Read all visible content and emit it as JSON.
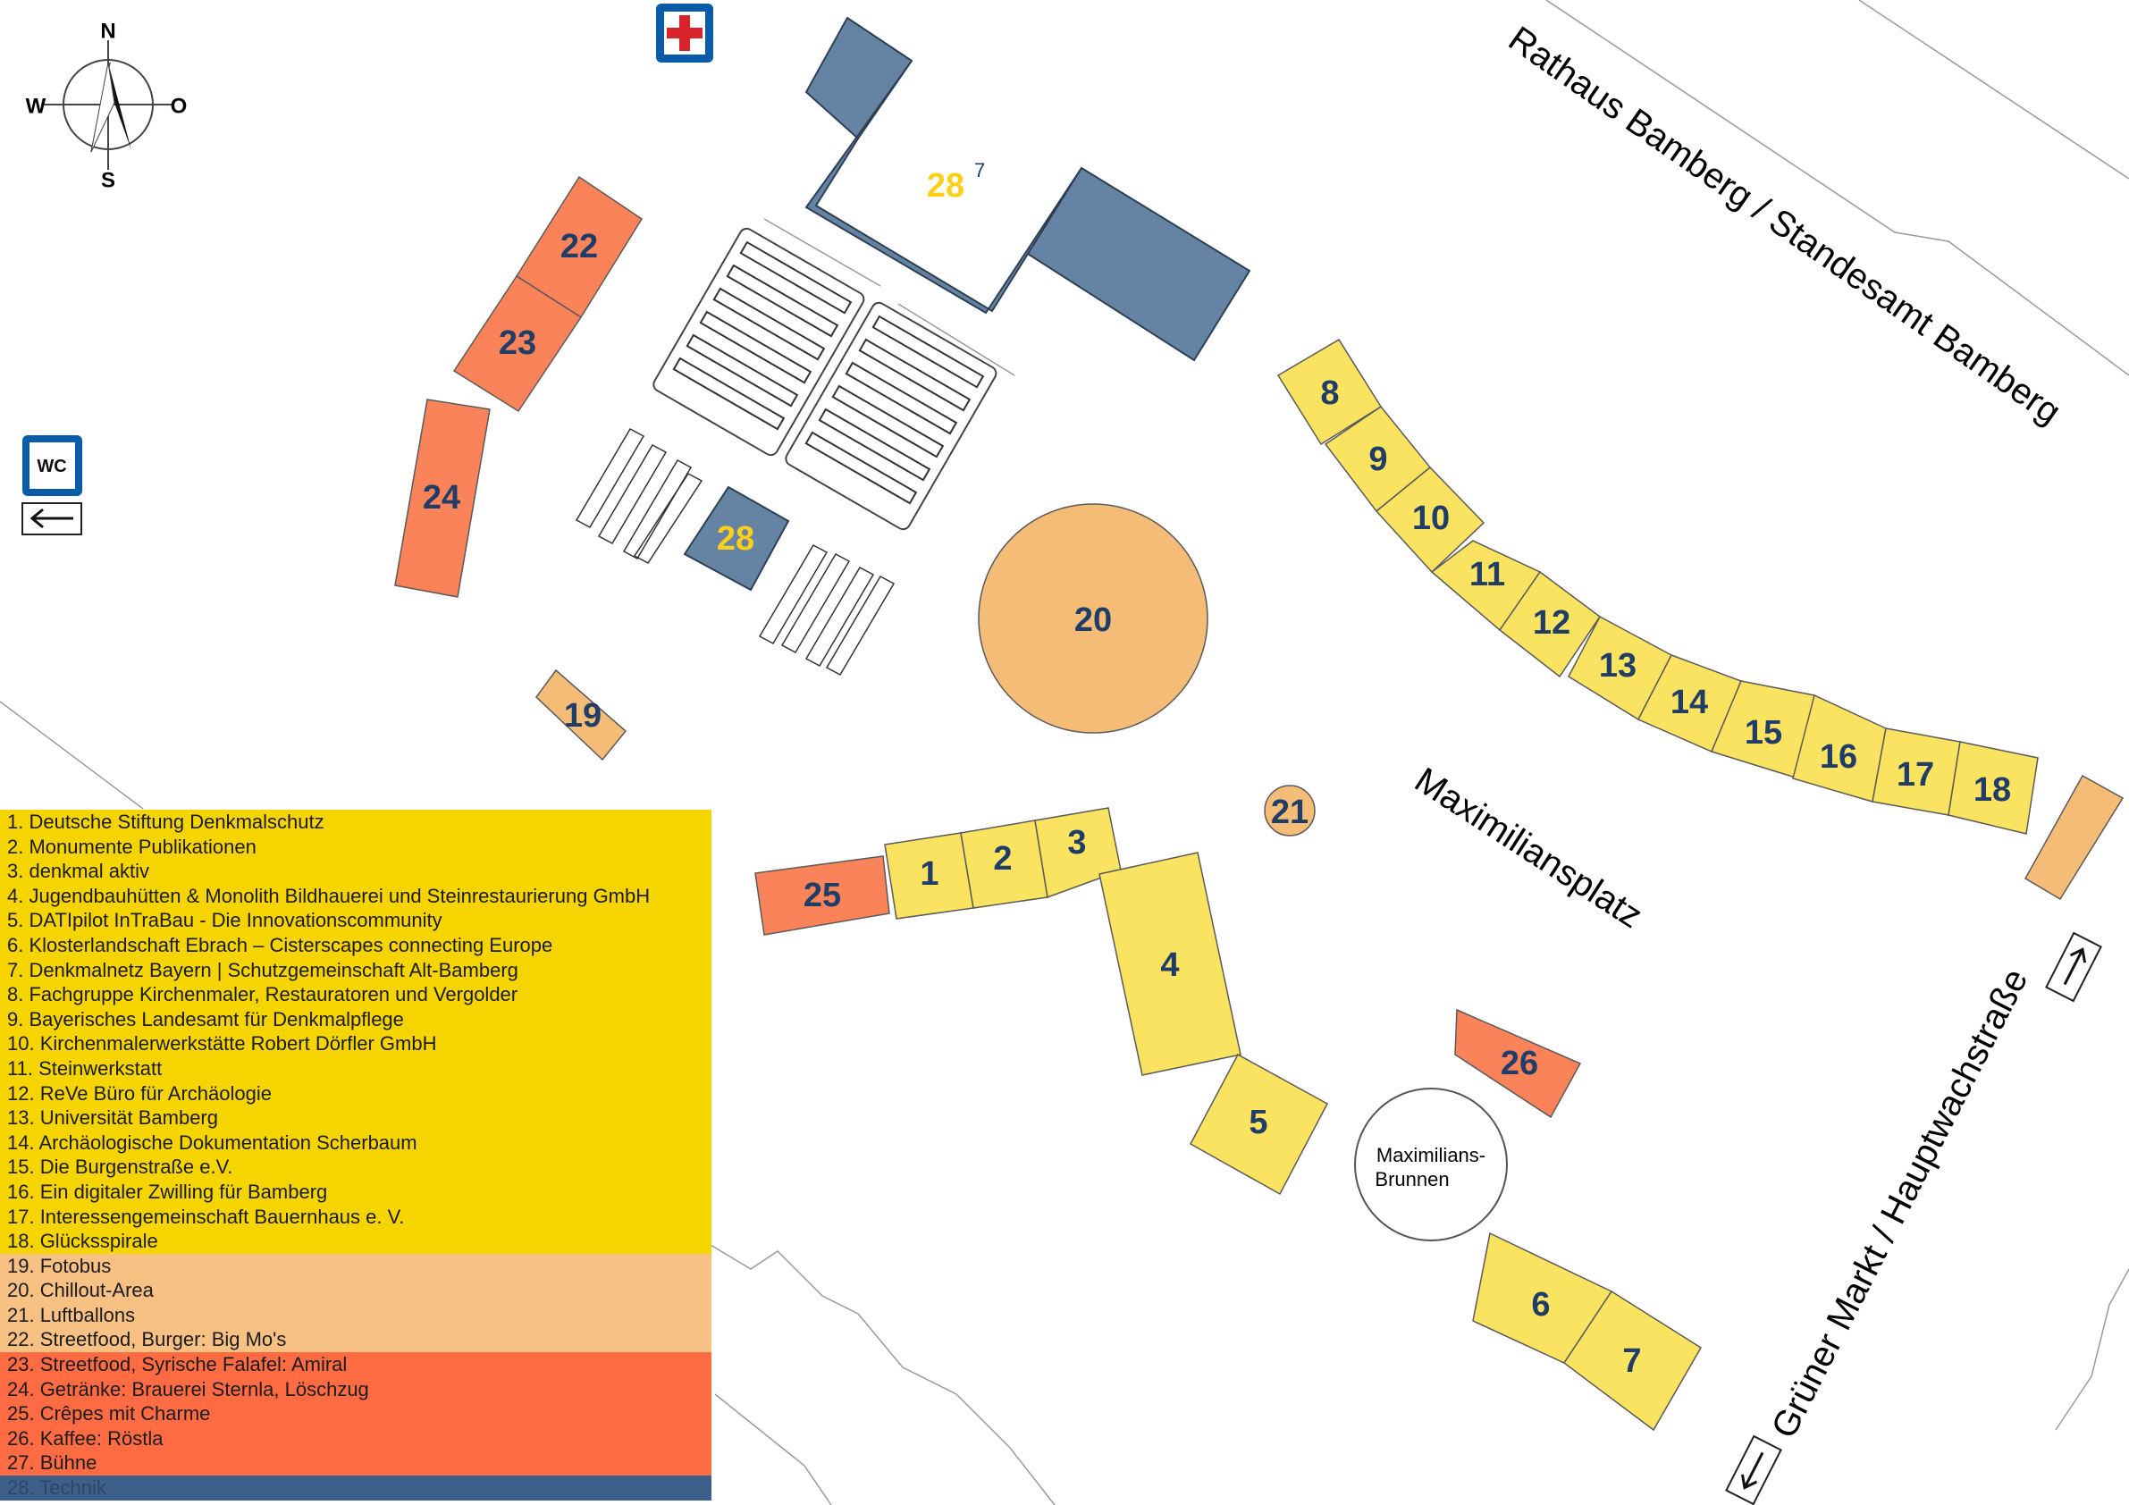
{
  "colors": {
    "yellow_stand": "#f9e360",
    "peach_stand": "#f5bc77",
    "red_stand": "#fa835a",
    "blue_stand": "#6584a3",
    "label_blue": "#1f3d66",
    "label_yellow": "#ffcf1a",
    "legend_yellow": "#f6d400",
    "legend_peach": "#f7c183",
    "legend_red": "#ff6b42",
    "legend_blue": "#3e5f89"
  },
  "compass": {
    "north": "N",
    "south": "S",
    "west": "W",
    "east": "O"
  },
  "icons": {
    "first_aid": "first-aid-cross-icon",
    "wc": "wc-sign-icon",
    "wc_text": "WC",
    "arrow": "arrow-left-icon"
  },
  "streets": {
    "rathaus": "Rathaus Bamberg / Standesamt Bamberg",
    "platz": "Maximiliansplatz",
    "gruener": "Grüner Markt / Hauptwachstraße"
  },
  "fountain": {
    "line1": "Maximilians-",
    "line2": "Brunnen"
  },
  "stands": {
    "s1": "1",
    "s2": "2",
    "s3": "3",
    "s4": "4",
    "s5": "5",
    "s6": "6",
    "s7": "7",
    "s8": "8",
    "s9": "9",
    "s10": "10",
    "s11": "11",
    "s12": "12",
    "s13": "13",
    "s14": "14",
    "s15": "15",
    "s16": "16",
    "s17": "17",
    "s18": "18",
    "s19": "19",
    "s20": "20",
    "s21": "21",
    "s22": "22",
    "s23": "23",
    "s24": "24",
    "s25": "25",
    "s26": "26",
    "s28a": "28",
    "s28a_sup": "7",
    "s28b": "28"
  },
  "legend": [
    {
      "text": "1. Deutsche Stiftung Denkmalschutz",
      "group": "yellow"
    },
    {
      "text": "2. Monumente Publikationen",
      "group": "yellow"
    },
    {
      "text": "3. denkmal aktiv",
      "group": "yellow"
    },
    {
      "text": "4. Jugendbauhütten & Monolith Bildhauerei und Steinrestaurierung GmbH",
      "group": "yellow"
    },
    {
      "text": "5. DATIpilot InTraBau - Die Innovationscommunity",
      "group": "yellow"
    },
    {
      "text": "6. Klosterlandschaft Ebrach – Cisterscapes connecting Europe",
      "group": "yellow"
    },
    {
      "text": "7. Denkmalnetz Bayern | Schutzgemeinschaft Alt-Bamberg",
      "group": "yellow"
    },
    {
      "text": "8. Fachgruppe Kirchenmaler, Restauratoren und Vergolder",
      "group": "yellow"
    },
    {
      "text": "9. Bayerisches Landesamt für Denkmalpflege",
      "group": "yellow"
    },
    {
      "text": "10. Kirchenmalerwerkstätte Robert Dörfler GmbH",
      "group": "yellow"
    },
    {
      "text": "11. Steinwerkstatt",
      "group": "yellow"
    },
    {
      "text": "12. ReVe Büro für Archäologie",
      "group": "yellow"
    },
    {
      "text": "13. Universität Bamberg",
      "group": "yellow"
    },
    {
      "text": "14. Archäologische Dokumentation Scherbaum",
      "group": "yellow"
    },
    {
      "text": "15. Die Burgenstraße e.V.",
      "group": "yellow"
    },
    {
      "text": "16. Ein digitaler Zwilling für Bamberg",
      "group": "yellow"
    },
    {
      "text": "17. Interessengemeinschaft Bauernhaus e. V.",
      "group": "yellow"
    },
    {
      "text": "18. Glücksspirale",
      "group": "yellow"
    },
    {
      "text": "19. Fotobus",
      "group": "peach"
    },
    {
      "text": "20. Chillout-Area",
      "group": "peach"
    },
    {
      "text": "21. Luftballons",
      "group": "peach"
    },
    {
      "text": "22. Streetfood, Burger: Big Mo's",
      "group": "peach"
    },
    {
      "text": "23. Streetfood, Syrische Falafel: Amiral",
      "group": "red"
    },
    {
      "text": "24. Getränke: Brauerei Sternla, Löschzug",
      "group": "red"
    },
    {
      "text": "25. Crêpes mit Charme",
      "group": "red"
    },
    {
      "text": "26. Kaffee: Röstla",
      "group": "red"
    },
    {
      "text": "27. Bühne",
      "group": "red"
    },
    {
      "text": "28. Technik",
      "group": "blue"
    }
  ]
}
